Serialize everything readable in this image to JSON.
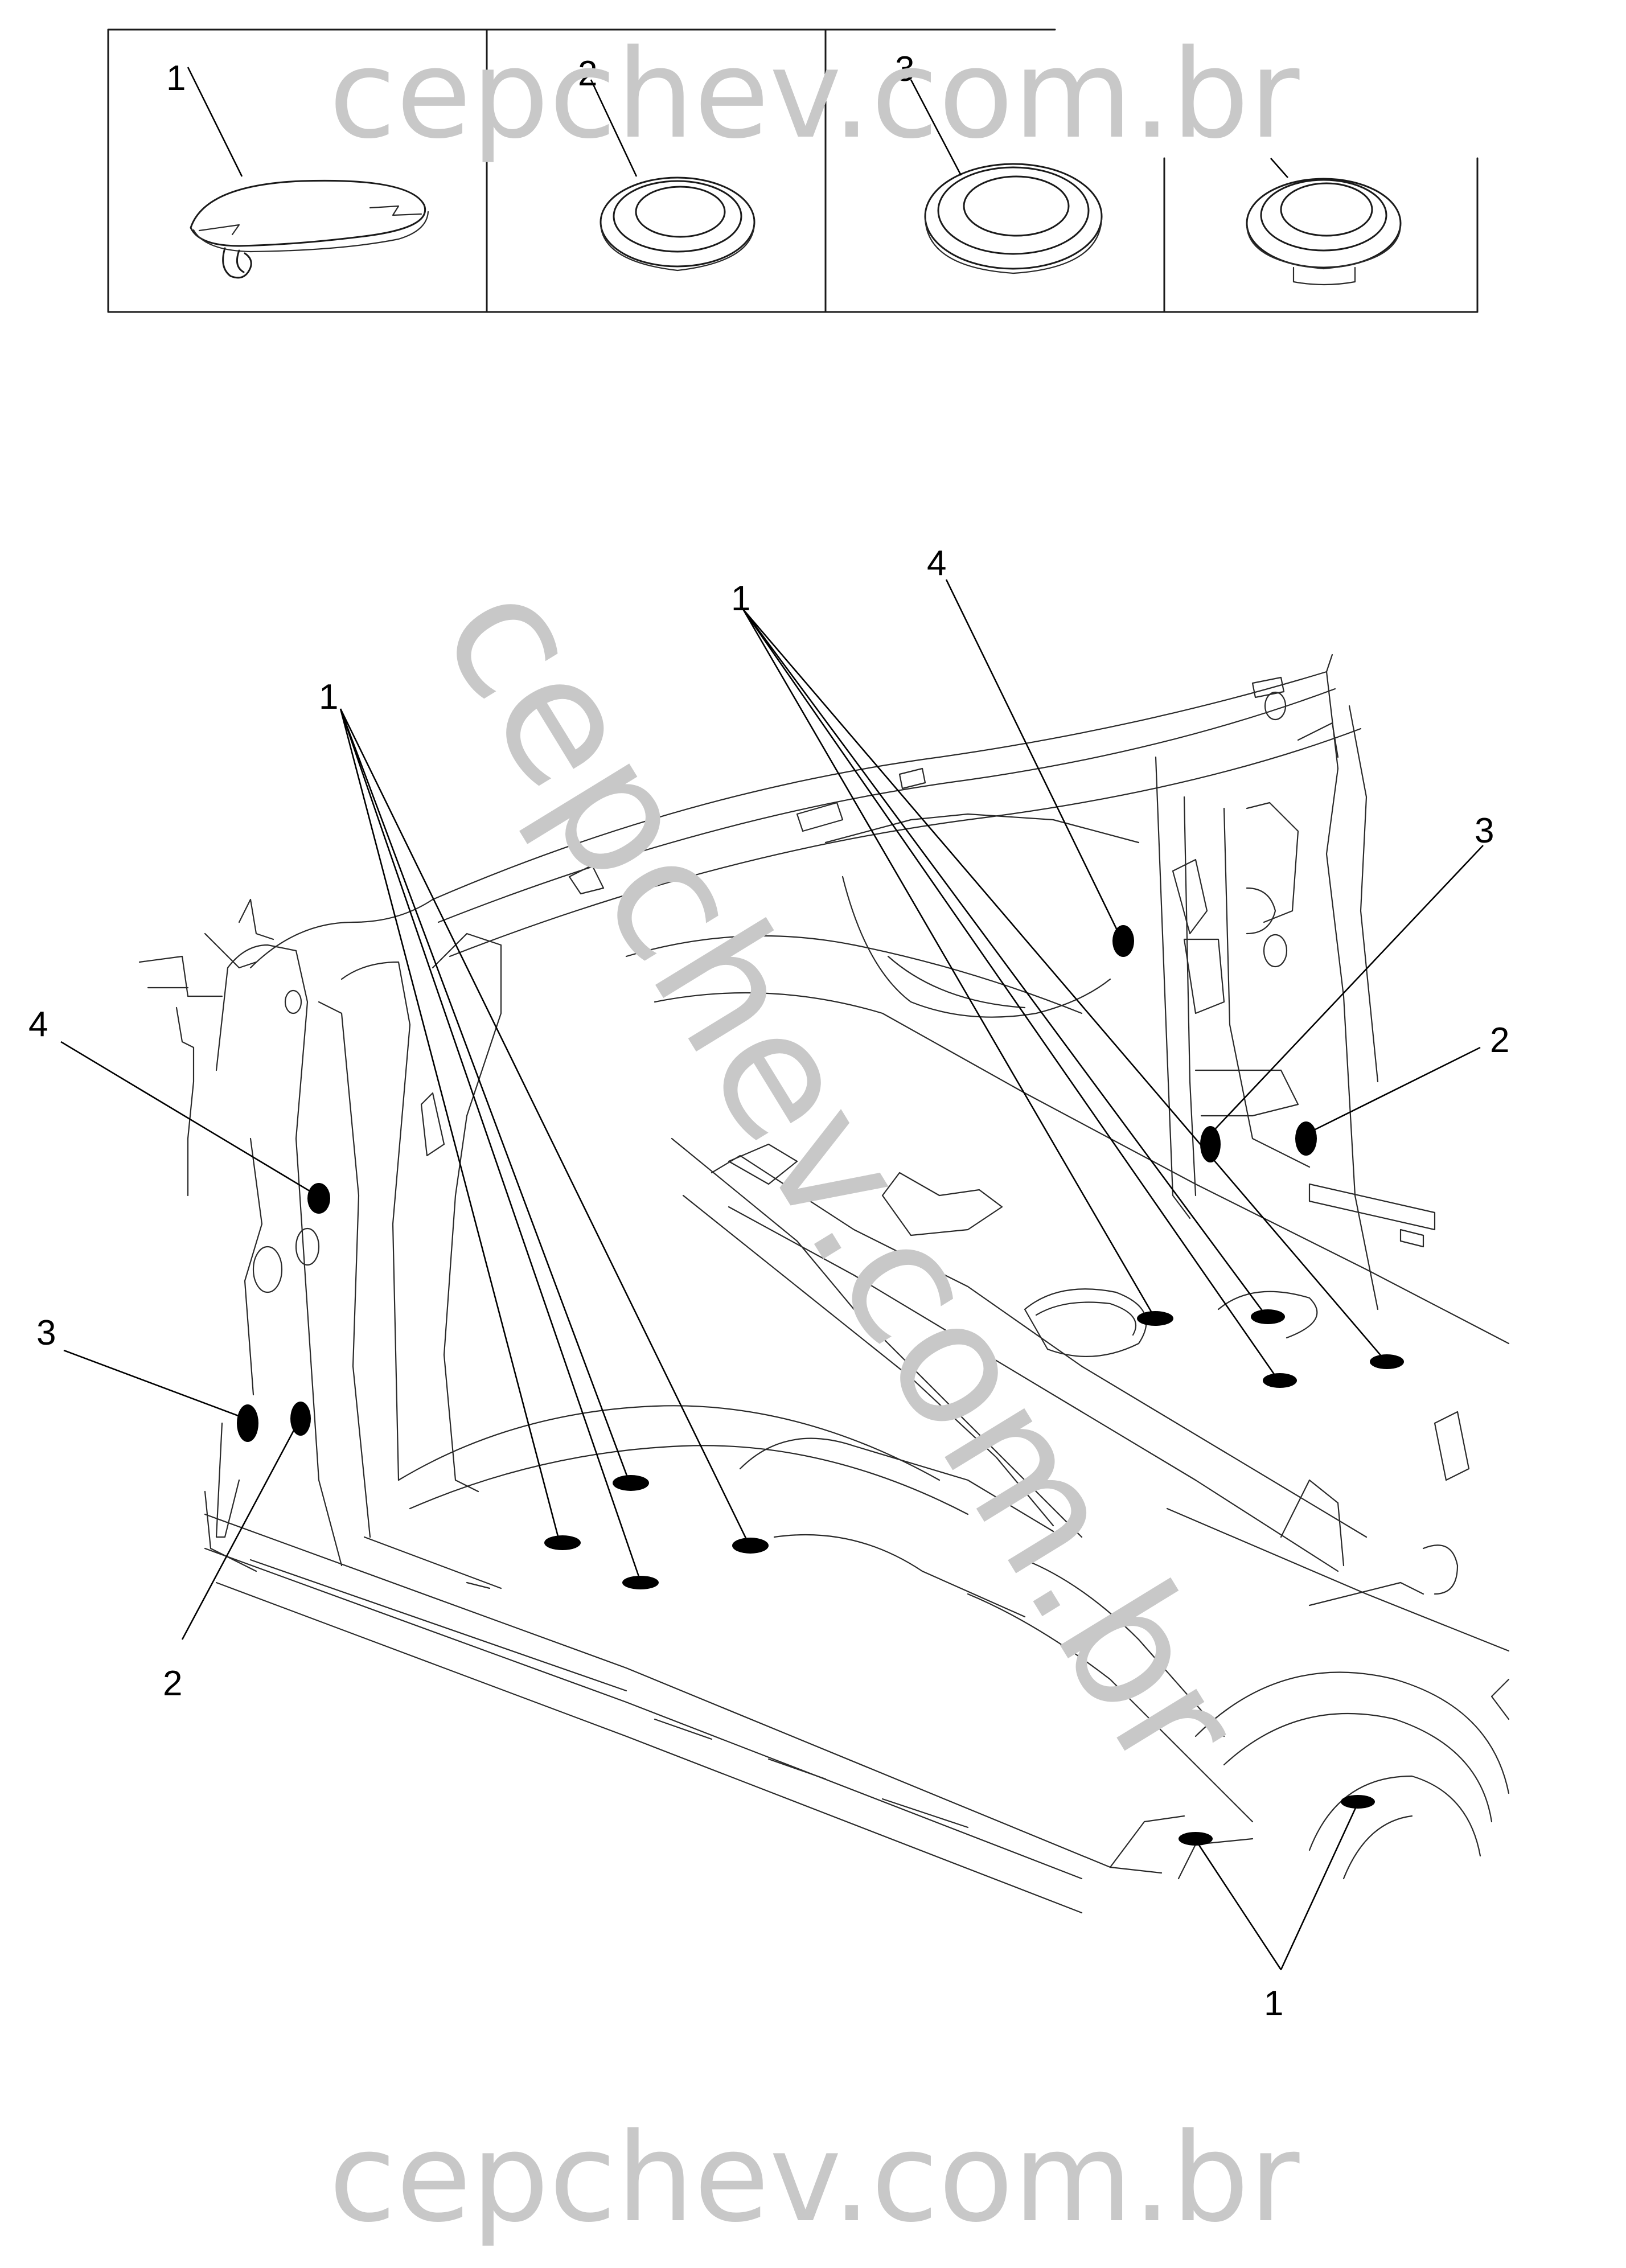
{
  "watermark": {
    "top": "cepchev.com.br",
    "diagonal": "cepchev.com.br",
    "bottom": "cepchev.com.br"
  },
  "legend": {
    "cells": [
      {
        "number": "1",
        "part": "plug-clip-icon"
      },
      {
        "number": "2",
        "part": "grommet-small-icon"
      },
      {
        "number": "3",
        "part": "grommet-large-icon"
      },
      {
        "number": "",
        "part": "grommet-flanged-icon"
      }
    ]
  },
  "callouts": {
    "top_left_1": "1",
    "top_center_1": "1",
    "top_4": "4",
    "right_3": "3",
    "right_2": "2",
    "left_4": "4",
    "left_3": "3",
    "left_2": "2",
    "bottom_1": "1"
  },
  "colors": {
    "ink": "#000000",
    "watermark": "#c8c8c8"
  }
}
